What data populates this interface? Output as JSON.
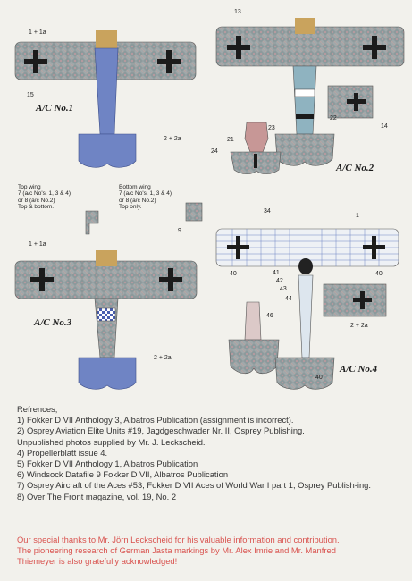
{
  "aircraft": [
    {
      "id": "ac1",
      "caption": "A/C No.1"
    },
    {
      "id": "ac2",
      "caption": "A/C No.2"
    },
    {
      "id": "ac3",
      "caption": "A/C No.3"
    },
    {
      "id": "ac4",
      "caption": "A/C No.4"
    }
  ],
  "callouts": {
    "c1a_top": "1 + 1a",
    "c15": "15",
    "c2a_ac1": "2 + 2a",
    "c13": "13",
    "c22": "22",
    "c14": "14",
    "c23": "23",
    "c21": "21",
    "c24": "24",
    "c9": "9",
    "c1a_ac3": "1 + 1a",
    "c2a_ac3": "2 + 2a",
    "c34": "34",
    "c1": "1",
    "c40a": "40",
    "c40b": "40",
    "c41": "41",
    "c42": "42",
    "c43": "43",
    "c44": "44",
    "c46": "46",
    "c2a_ac4": "2 + 2a",
    "c40c": "40"
  },
  "wing_notes": {
    "top": [
      "Top wing",
      "7 (a/c No's. 1, 3 & 4)",
      "or 8 (a/c No.2)",
      "Top & bottom."
    ],
    "bottom": [
      "Bottom wing",
      "7 (a/c No's. 1, 3 & 4)",
      "or 8 (a/c No.2)",
      "Top only."
    ]
  },
  "references": {
    "heading": "Refrences;",
    "items": [
      "1) Fokker D VII Anthology 3, Albatros Publication (assignment is incorrect).",
      "2) Osprey Aviation Elite Units #19, Jagdgeschwader Nr. II, Osprey Publishing.",
      "Unpublished photos supplied by Mr. J. Leckscheid.",
      "4) Propellerblatt issue 4.",
      "5) Fokker D VII Anthology 1, Albatros Publication",
      "6) Windsock Datafile 9 Fokker D VII, Albatros Publication",
      "7) Osprey Aircraft of the Aces #53, Fokker D VII Aces of World War I part 1, Osprey Publish-ing.",
      "8) Over The Front magazine, vol. 19, No. 2"
    ]
  },
  "thanks": [
    "Our special thanks to Mr. Jörn Leckscheid for his valuable information and contribution.",
    "The pioneering research of German Jasta markings by Mr. Alex Imrie and Mr. Manfred",
    "Thiemeyer is also gratefully acknowledged!"
  ],
  "colors": {
    "lozenge": "#9aa3a6",
    "fuselage_blue": "#6f84c4",
    "cross": "#1b1b1b",
    "thanks_red": "#d9534f"
  }
}
